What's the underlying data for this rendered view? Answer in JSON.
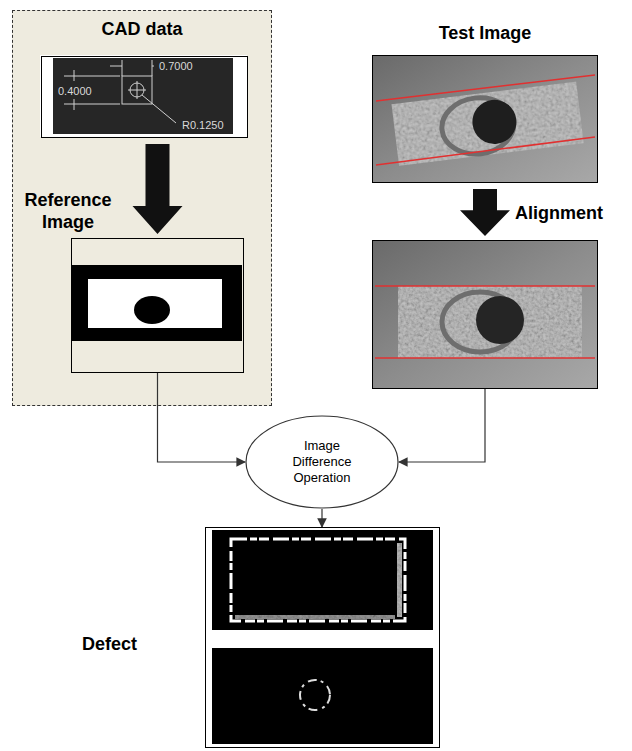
{
  "diagram": {
    "nodes": [
      {
        "text": [
          "CAD data"
        ]
      },
      {
        "text": [
          "0.7000",
          "0.4000",
          "R0.1250"
        ],
        "in": 0
      },
      {
        "text": [
          "Reference Image"
        ],
        "in": 0
      },
      {
        "text": [
          "Test Image"
        ]
      },
      {
        "text": []
      },
      {
        "text": [
          "Image Difference Operation"
        ]
      },
      {
        "text": [
          "Defect"
        ]
      }
    ],
    "edges": [
      {
        "from": 1,
        "to": 2,
        "arrow": "to"
      },
      {
        "from": 3,
        "to": 4,
        "label": "Alignment",
        "arrow": "to"
      },
      {
        "from": 2,
        "to": 5,
        "arrow": "to"
      },
      {
        "from": 4,
        "to": 5,
        "arrow": "to"
      },
      {
        "from": 5,
        "to": 6,
        "arrow": "to"
      }
    ]
  }
}
